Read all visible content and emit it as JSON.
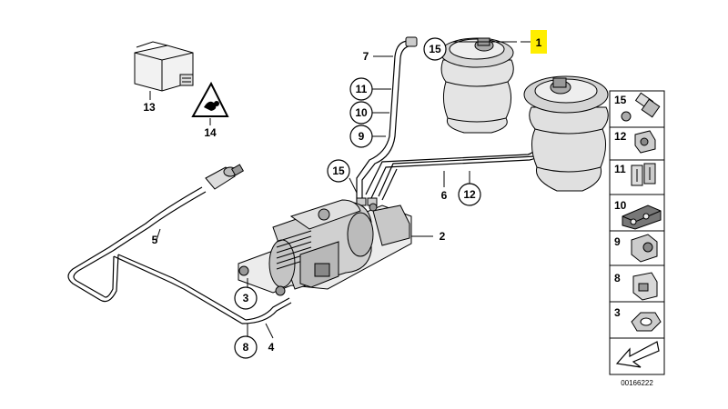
{
  "callouts": [
    {
      "id": "1",
      "label": "1",
      "highlight": true
    },
    {
      "id": "2",
      "label": "2"
    },
    {
      "id": "3",
      "label": "3",
      "circled": true
    },
    {
      "id": "4",
      "label": "4"
    },
    {
      "id": "5",
      "label": "5"
    },
    {
      "id": "6",
      "label": "6"
    },
    {
      "id": "7",
      "label": "7"
    },
    {
      "id": "8",
      "label": "8",
      "circled": true
    },
    {
      "id": "9",
      "label": "9",
      "circled": true
    },
    {
      "id": "10",
      "label": "10",
      "circled": true
    },
    {
      "id": "11",
      "label": "11",
      "circled": true
    },
    {
      "id": "12",
      "label": "12",
      "circled": true
    },
    {
      "id": "13",
      "label": "13"
    },
    {
      "id": "14",
      "label": "14"
    },
    {
      "id": "15a",
      "label": "15",
      "circled": true
    },
    {
      "id": "15b",
      "label": "15",
      "circled": true
    }
  ],
  "sidebar": {
    "items": [
      {
        "label": "15",
        "part": "bleed-valve"
      },
      {
        "label": "12",
        "part": "connector"
      },
      {
        "label": "11",
        "part": "double-connector"
      },
      {
        "label": "10",
        "part": "plug-housing"
      },
      {
        "label": "9",
        "part": "clip-connector"
      },
      {
        "label": "8",
        "part": "retaining-clip"
      },
      {
        "label": "3",
        "part": "hex-nut"
      }
    ]
  },
  "diagram_ref": "00166222",
  "colors": {
    "highlight": "#ffee00",
    "line": "#000000",
    "background": "#ffffff"
  }
}
